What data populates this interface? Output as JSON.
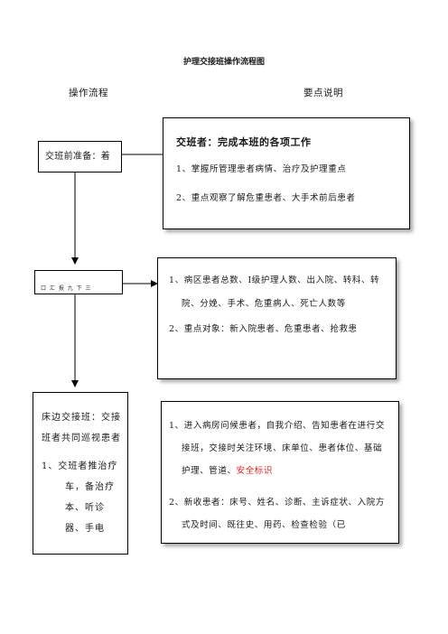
{
  "title": "护理交接班操作流程图",
  "headers": {
    "left": "操作流程",
    "right": "要点说明"
  },
  "left_boxes": {
    "box1": "交班前准备：着",
    "box2": "口  汇  报  九  下  三",
    "box3_title": "床边交接班：交接班者共同巡视患者",
    "box3_item": "1、交班者推治疗车，备治疗本、听诊器、手电"
  },
  "right_boxes": {
    "box1_title": "交班者：完成本班的各项工作",
    "box1_items": [
      "1、掌握所管理患者病情、治疗及护理重点",
      "2、重点观察了解危重患者、大手术前后患者"
    ],
    "box2_items": [
      "1、病区患者总数、Ⅰ级护理人数、出入院、转科、转院、分娩、手术、危重病人、死亡人数等",
      "2、重点对象：新入院患者、危重患者、抢救患"
    ],
    "box3_item1_main": "1、进入病房问候患者，自我介绍、告知患者在进行交接班，交接时关注环境、床单位、患者体位、基础护理、管道、",
    "box3_item1_red": "安全标识",
    "box3_item2": "2、新收患者：床号、姓名、诊断、主诉症状、入院方式及时间、既往史、用药、检查检验（已"
  },
  "colors": {
    "border": "#000000",
    "highlight": "#e02020"
  }
}
